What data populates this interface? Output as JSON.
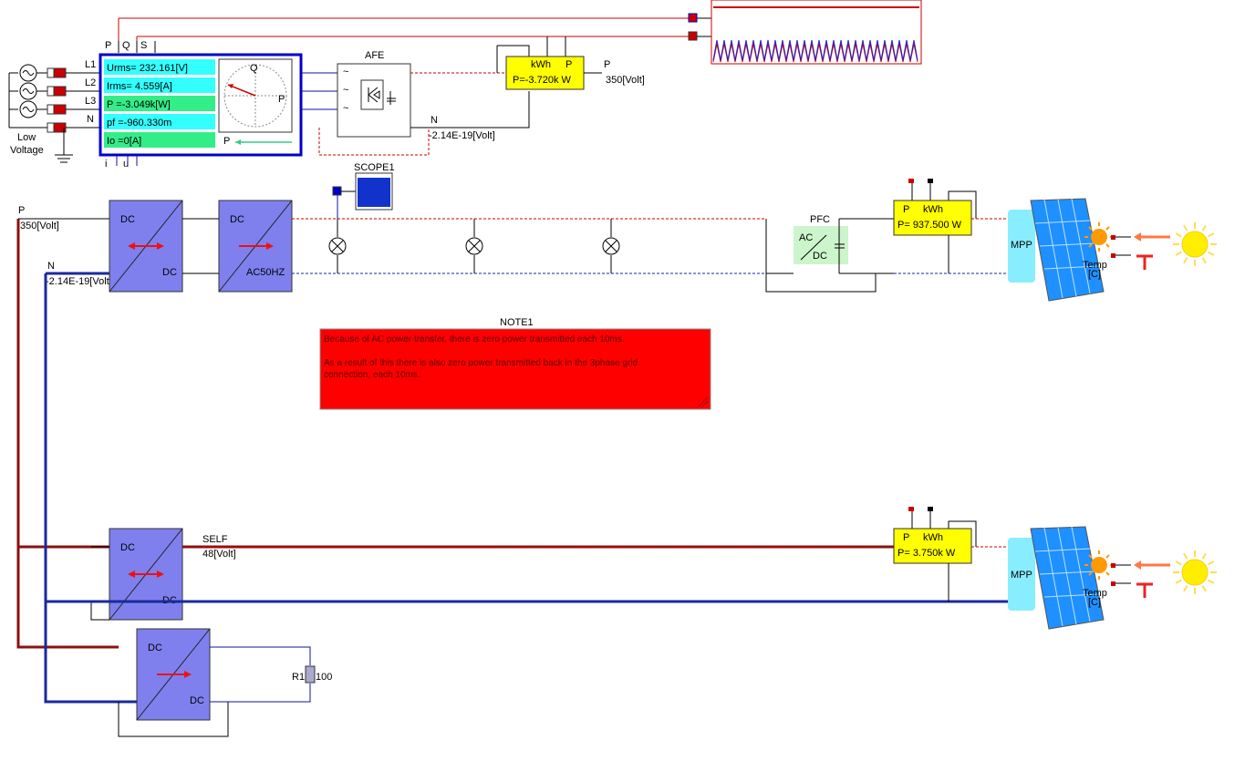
{
  "grid": {
    "ports": [
      "P",
      "Q",
      "S"
    ],
    "phases": [
      "L1",
      "L2",
      "L3",
      "N"
    ],
    "source_label": "Low\nVoltage",
    "source_label_lines": [
      "Low",
      "Voltage"
    ],
    "io_labels": [
      "i",
      "u"
    ],
    "readings": [
      "Urms= 232.161[V]",
      "Irms= 4.559[A]",
      "P   =-3.049k[W]",
      "pf  =-960.330m",
      "Io  =0[A]"
    ],
    "phasor_labels": {
      "q": "Q",
      "p": "P",
      "bottom": "P"
    }
  },
  "afe": {
    "title": "AFE",
    "n_label": "N",
    "n_voltage": "-2.14E-19[Volt]"
  },
  "meter_top": {
    "header_left": "kWh",
    "header_right": "P",
    "value": "P=-3.720k W",
    "p_label": "P",
    "p_voltage": "350[Volt]"
  },
  "scope1": {
    "title": "SCOPE1"
  },
  "bus": {
    "p_label": "P",
    "p_voltage": "350[Volt]",
    "n_label": "N",
    "n_voltage": "-2.14E-19[Volt]"
  },
  "converters": [
    {
      "top": "DC",
      "bottom": "DC"
    },
    {
      "top": "DC",
      "bottom": "AC50HZ"
    },
    {
      "top": "DC",
      "bottom": "DC"
    },
    {
      "top": "DC",
      "bottom": "DC"
    }
  ],
  "pfc": {
    "title": "PFC",
    "top": "AC",
    "bottom": "DC"
  },
  "pv1": {
    "meter_header_left": "P",
    "meter_header_right": "kWh",
    "meter_value": "P= 937.500 W",
    "mpp": "MPP",
    "temp": "Temp\n[C]",
    "temp_lines": [
      "Temp",
      "[C]"
    ]
  },
  "pv2": {
    "meter_header_left": "P",
    "meter_header_right": "kWh",
    "meter_value": "P= 3.750k W",
    "mpp": "MPP",
    "temp": "Temp\n[C]",
    "temp_lines": [
      "Temp",
      "[C]"
    ]
  },
  "self_bus": {
    "label": "SELF",
    "voltage": "48[Volt]"
  },
  "resistor": {
    "name": "R1",
    "value": "100"
  },
  "note": {
    "title": "NOTE1",
    "line1": "Because of AC power transfer, there is zero power transmitted each 10ms.",
    "line2": "As a  result of this there is also zero power transmitted back in the 3phase grid",
    "line3": "connection, each 10ms."
  },
  "colors": {
    "converter": "#7f80ee",
    "meter": "#ffff00",
    "note": "#ff0000",
    "grid_readout_cyan": "#33ffff",
    "grid_readout_green": "#33ee88",
    "frame_blue": "#0000cc"
  }
}
